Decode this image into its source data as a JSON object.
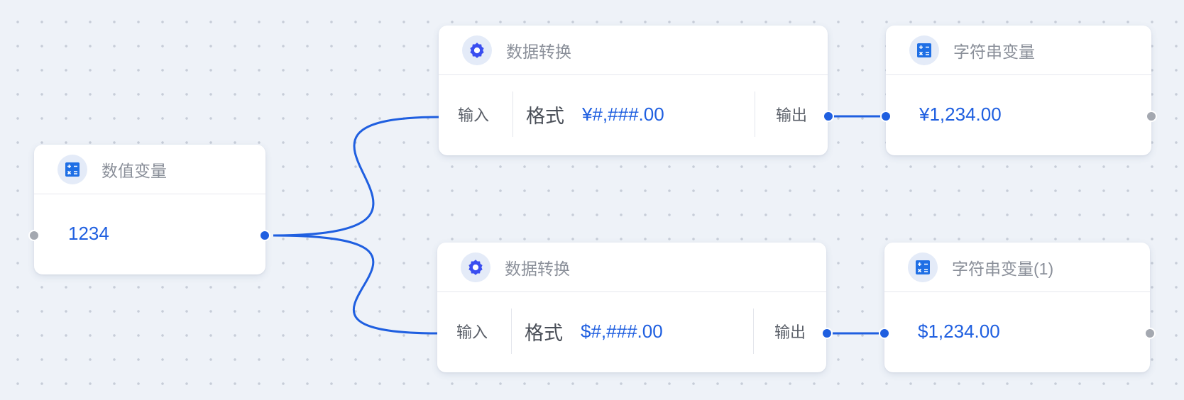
{
  "nodes": {
    "number_var": {
      "title": "数值变量",
      "value": "1234",
      "icon": "calculator-icon"
    },
    "convert_top": {
      "title": "数据转换",
      "input_label": "输入",
      "format_label": "格式",
      "format_value": "¥#,###.00",
      "output_label": "输出",
      "icon": "gear-icon"
    },
    "convert_bottom": {
      "title": "数据转换",
      "input_label": "输入",
      "format_label": "格式",
      "format_value": "$#,###.00",
      "output_label": "输出",
      "icon": "gear-icon"
    },
    "string_var_top": {
      "title": "字符串变量",
      "value": "¥1,234.00",
      "icon": "calculator-icon"
    },
    "string_var_bottom": {
      "title": "字符串变量(1)",
      "value": "$1,234.00",
      "icon": "calculator-icon"
    }
  },
  "colors": {
    "accent": "#1f5fe0",
    "port_inactive": "#a4a8b0",
    "canvas": "#eef2f8"
  }
}
